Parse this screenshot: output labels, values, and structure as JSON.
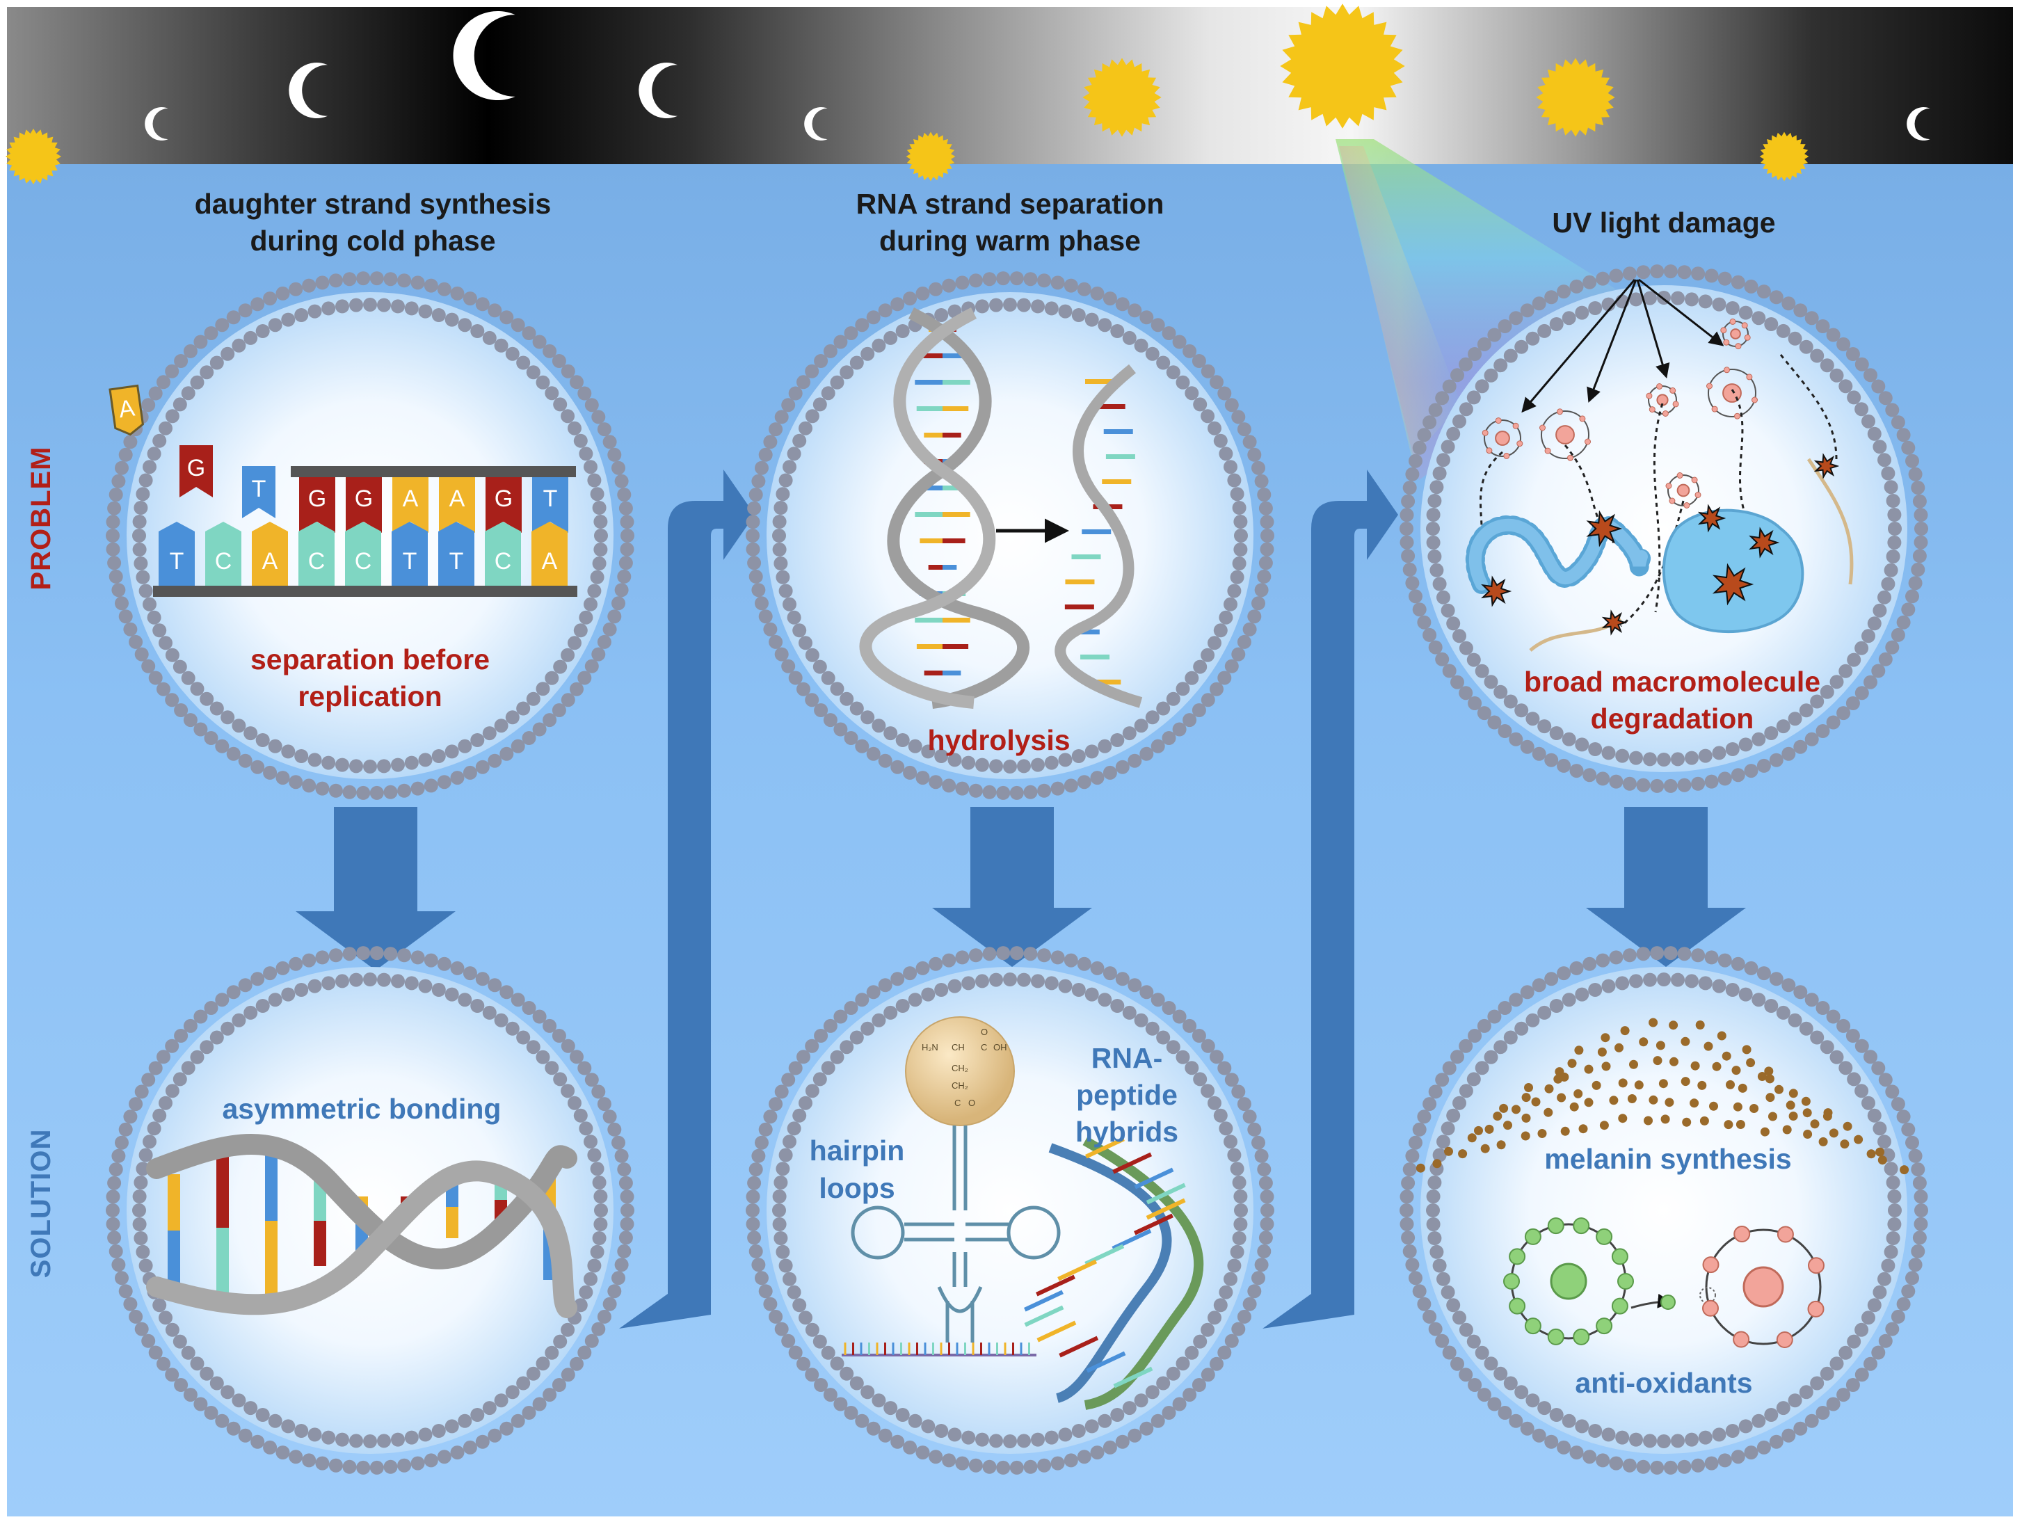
{
  "side_labels": {
    "problem": "PROBLEM",
    "solution": "SOLUTION"
  },
  "columns": [
    {
      "title_lines": [
        "daughter strand synthesis",
        "during cold phase"
      ],
      "problem_label_lines": [
        "separation before",
        "replication"
      ],
      "solution_label_lines": [
        "asymmetric bonding"
      ]
    },
    {
      "title_lines": [
        "RNA strand separation",
        "during warm phase"
      ],
      "problem_label_lines": [
        "hydrolysis"
      ],
      "solution_labels": {
        "left_lines": [
          "hairpin",
          "loops"
        ],
        "right_lines": [
          "RNA-",
          "peptide",
          "hybrids"
        ]
      }
    },
    {
      "title_lines": [
        "UV light damage"
      ],
      "problem_label_lines": [
        "broad macromolecule",
        "degradation"
      ],
      "solution_label_top": "melanin synthesis",
      "solution_label_bottom": "anti-oxidants"
    }
  ],
  "replication": {
    "free_base": "A",
    "incoming_bases": [
      "G",
      "T"
    ],
    "top_bases": [
      "G",
      "G",
      "A",
      "A",
      "G",
      "T"
    ],
    "bottom_bases": [
      "T",
      "C",
      "A",
      "C",
      "C",
      "T",
      "T",
      "C",
      "A"
    ]
  },
  "amino_acid_labels": [
    "H₂N",
    "CH",
    "C",
    "OH",
    "O",
    "CH₂",
    "CH₂",
    "C",
    "O"
  ],
  "colors": {
    "background": "#8ec3f5",
    "vesicle_dot": "#8d93a6",
    "arrow": "#3f78b8",
    "problem_text": "#b21f17",
    "solution_text": "#3f78b8",
    "base_A": "#f0b429",
    "base_T": "#4a90d9",
    "base_G": "#a8201a",
    "base_C": "#7fd6c2",
    "sun": "#f5c518"
  }
}
